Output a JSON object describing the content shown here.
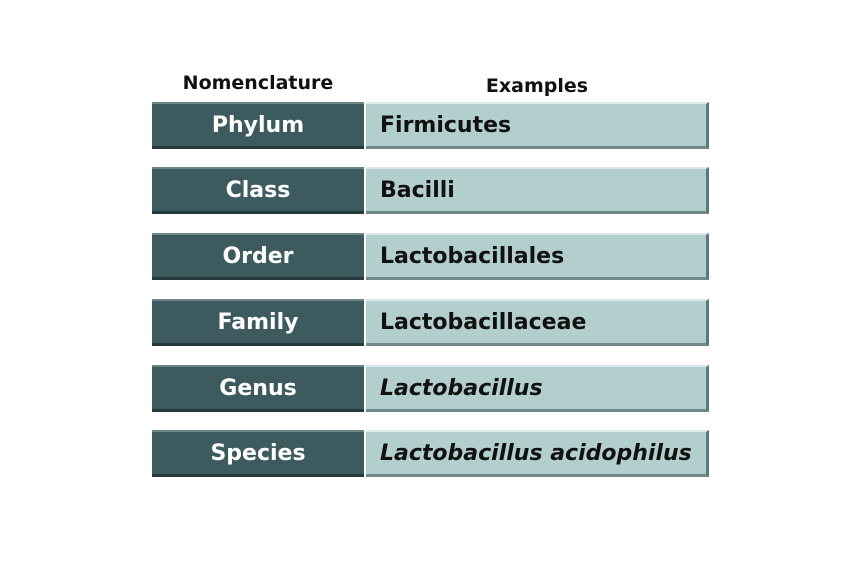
{
  "headers": {
    "nomenclature": "Nomenclature",
    "examples": "Examples"
  },
  "rows": [
    {
      "rank": "Phylum",
      "example": "Firmicutes",
      "italic": false
    },
    {
      "rank": "Class",
      "example": "Bacilli",
      "italic": false
    },
    {
      "rank": "Order",
      "example": "Lactobacillales",
      "italic": false
    },
    {
      "rank": "Family",
      "example": "Lactobacillaceae",
      "italic": false
    },
    {
      "rank": "Genus",
      "example": "Lactobacillus",
      "italic": true
    },
    {
      "rank": "Species",
      "example": "Lactobacillus acidophilus",
      "italic": true
    }
  ],
  "colors": {
    "rank_bg": "#3d5a5e",
    "example_bg": "#b3cfcd"
  }
}
